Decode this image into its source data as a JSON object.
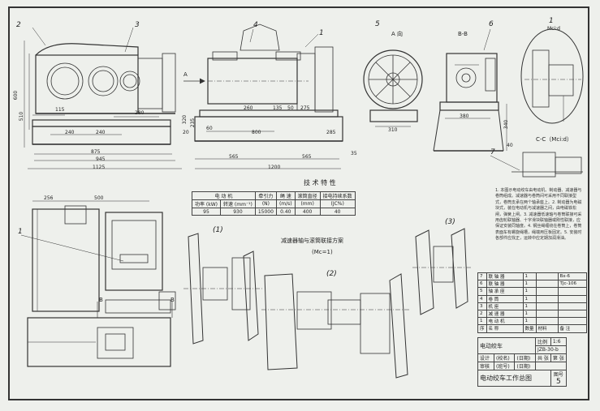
{
  "callouts": {
    "c1": "1",
    "c2": "2",
    "c3": "3",
    "c4": "4",
    "c5": "5",
    "c6": "6",
    "c7": "7",
    "c8": "1"
  },
  "views": {
    "a_view": "A 向",
    "bb": "B-B",
    "cc": "C-C（Mci:d）",
    "i_label": "I",
    "i_scale": "Mci:d",
    "i_zoom": "1"
  },
  "dims_front": {
    "d115": "115",
    "d240a": "240",
    "d240b": "240",
    "d280": "280",
    "d875": "875",
    "d945": "945",
    "d1125": "1125",
    "d600": "600",
    "d510": "510"
  },
  "dims_side": {
    "d260": "260",
    "d135": "135",
    "d50": "50",
    "d275": "275",
    "d320": "320",
    "d20": "20",
    "d235": "235",
    "d60": "60",
    "d800": "800",
    "d285": "285",
    "d565a": "565",
    "d565b": "565",
    "d35": "35",
    "d1200": "1200",
    "A": "A"
  },
  "dims_aview": {
    "d310": "310"
  },
  "dims_bb": {
    "d380": "380",
    "d340": "340",
    "d40": "40"
  },
  "dims_plan": {
    "d256": "256",
    "d500": "500",
    "B1": "B",
    "B2": "B"
  },
  "tech": {
    "title": "技 术 特 性",
    "h_motor": "电 动 机",
    "h_power": "功率 (kW)",
    "h_speed": "转速 (mm⁻¹)",
    "h_pull": "牵引力",
    "h_pull_u": "(N)",
    "h_vel": "绳 速",
    "h_vel_u": "(m/s)",
    "h_dia": "滚筒直径",
    "h_dia_u": "(mm)",
    "h_jc": "接电持续系数",
    "h_jc_u": "(JC%)",
    "power": "95",
    "speed": "930",
    "pull": "15000",
    "vel": "0.40",
    "dia": "400",
    "jc": "40"
  },
  "scheme": {
    "title": "减速器轴与滚筒联接方案",
    "scale": "(Mc=1)",
    "s1": "(1)",
    "s2": "(2)",
    "s3": "(3)"
  },
  "notes": "1. 本图示电动绞车由电动机、制动器、减速器与卷筒组成。减速器与卷筒间可采用不同联接型式，卷筒支承在两个轴承座上。2. 制动器为电磁块式，装在电动机与减速器之间，由电磁铁松闸，弹簧上闸。3. 减速器低速轴与卷筒联接可采用齿轮联轴器、十字滑块联轴器或刚性联接，应保证安装同轴度。4. 钢丝绳缠绕在卷筒上，卷筒表面车有螺旋绳槽，绳端用压板固定。5. 安装时各部件应找正，运转中应定期加润滑油。",
  "parts": [
    {
      "no": "7",
      "name": "联 轴 器",
      "qty": "1",
      "note": "Bx-6"
    },
    {
      "no": "6",
      "name": "联 轴 器",
      "qty": "1",
      "note": "TJc-106"
    },
    {
      "no": "5",
      "name": "轴 承 座",
      "qty": "1",
      "note": ""
    },
    {
      "no": "4",
      "name": "卷 筒",
      "qty": "1",
      "note": ""
    },
    {
      "no": "3",
      "name": "机 座",
      "qty": "1",
      "note": ""
    },
    {
      "no": "2",
      "name": "减 速 器",
      "qty": "1",
      "note": ""
    },
    {
      "no": "1",
      "name": "电 动 机",
      "qty": "1",
      "note": ""
    }
  ],
  "parts_head": {
    "no": "序",
    "name": "名 称",
    "qty": "数量",
    "mat": "材料",
    "note": "备 注"
  },
  "titleblock": {
    "name": "电动绞车",
    "ratio_l": "比例",
    "ratio": "1:6",
    "drawing_no": "JZB-30-b",
    "design": "设计",
    "check": "审核",
    "date_l": "(日期)",
    "sheet_l": "共 张",
    "sheet2_l": "第 张",
    "school": "(校名)",
    "class_l": "(班号)",
    "footer": "电动绞车工作总图",
    "fig_no_l": "图号",
    "fig_no": "5"
  }
}
